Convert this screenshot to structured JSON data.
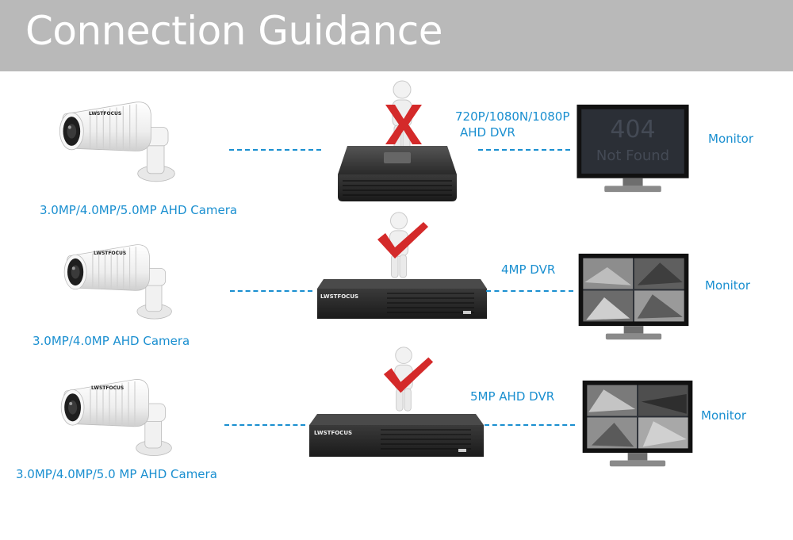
{
  "header": {
    "title": "Connection Guidance"
  },
  "rows": [
    {
      "camera_label": "3.0MP/4.0MP/5.0MP AHD Camera",
      "camera_brand": "LWSTFOCUS",
      "dvr_label_line1": "720P/1080N/1080P",
      "dvr_label_line2": "AHD DVR",
      "compatible": false,
      "monitor_label": "Monitor",
      "monitor_screen_line1": "404",
      "monitor_screen_line2": "Not Found"
    },
    {
      "camera_label": "3.0MP/4.0MP AHD Camera",
      "camera_brand": "LWSTFOCUS",
      "dvr_label": "4MP DVR",
      "dvr_brand": "LWSTFOCUS",
      "compatible": true,
      "monitor_label": "Monitor"
    },
    {
      "camera_label": "3.0MP/4.0MP/5.0 MP AHD Camera",
      "camera_brand": "LWSTFOCUS",
      "dvr_label": "5MP AHD DVR",
      "dvr_brand": "LWSTFOCUS",
      "compatible": true,
      "monitor_label": "Monitor"
    }
  ],
  "colors": {
    "accent": "#1a8fd0",
    "header_bg": "#b9b9b9",
    "mark_red": "#d42a2a"
  }
}
